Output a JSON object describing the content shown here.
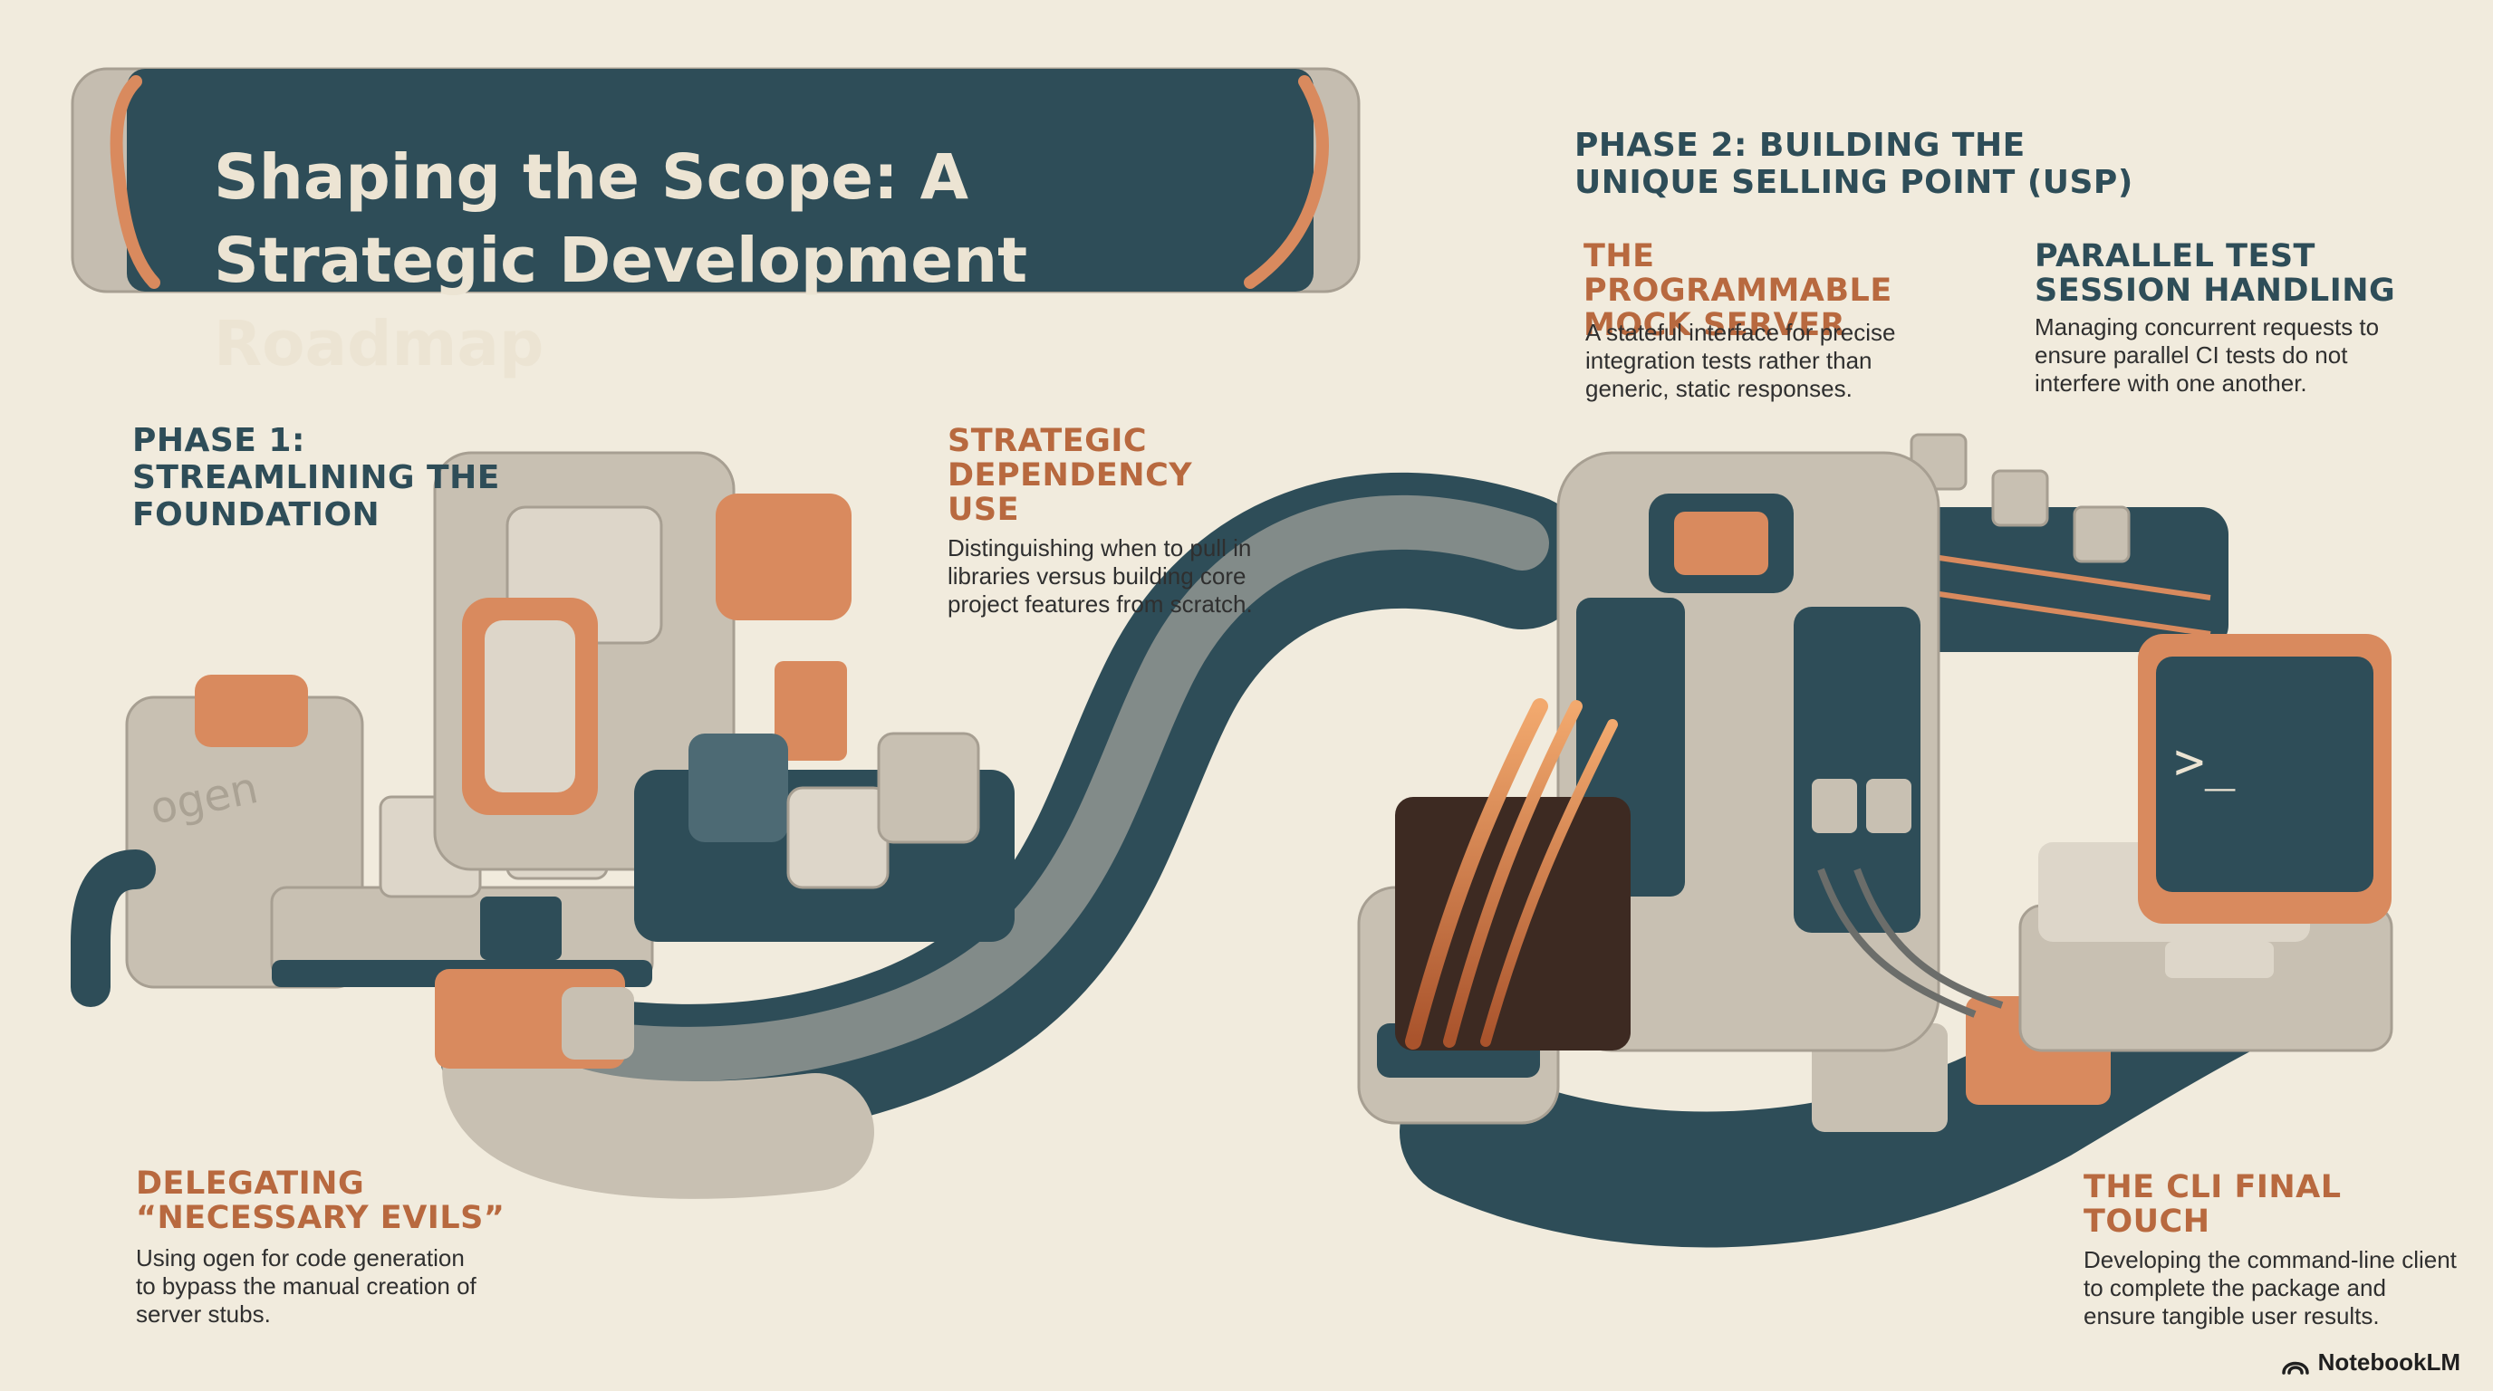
{
  "header": {
    "title": "Shaping the Scope: A Strategic Development Roadmap"
  },
  "phase1": {
    "title": "PHASE 1: STREAMLINING THE FOUNDATION",
    "sections": [
      {
        "title": "STRATEGIC DEPENDENCY USE",
        "description": "Distinguishing when to pull in libraries versus building core project features from scratch."
      },
      {
        "title": "DELEGATING “NECESSARY EVILS”",
        "description": "Using ogen for code generation to bypass the manual creation of server stubs."
      }
    ]
  },
  "phase2": {
    "title": "PHASE 2: BUILDING THE UNIQUE SELLING POINT (USP)",
    "sections": [
      {
        "title": "THE PROGRAMMABLE MOCK SERVER",
        "description": "A stateful interface for precise integration tests rather than generic, static responses."
      },
      {
        "title": "PARALLEL TEST SESSION HANDLING",
        "description": "Managing concurrent requests to ensure parallel CI tests do not interfere with one another."
      },
      {
        "title": "THE CLI FINAL TOUCH",
        "description": "Developing the command-line client to complete the package and ensure tangible user results."
      }
    ]
  },
  "illustration": {
    "machine_label": "ogen",
    "terminal_prompt": ">_"
  },
  "brand": {
    "name": "NotebookLM",
    "icon": "notebooklm-logo-icon"
  },
  "colors": {
    "teal": "#2e4d58",
    "orange": "#d98a5e",
    "beige": "#c8c0b2",
    "background": "#f1ebdd"
  }
}
